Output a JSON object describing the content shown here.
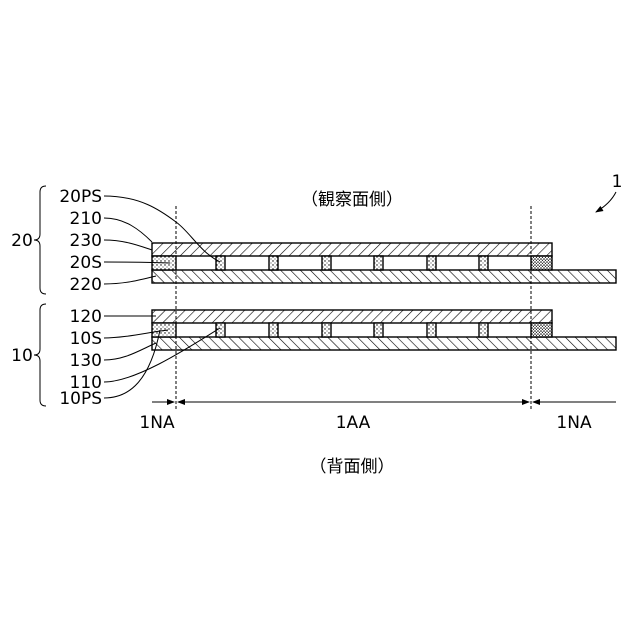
{
  "figure_ref": "1",
  "captions": {
    "top": "（観察面側）",
    "bottom": "（背面側）"
  },
  "groups": {
    "upper": "20",
    "lower": "10"
  },
  "upper_labels": [
    "20PS",
    "210",
    "230",
    "20S",
    "220"
  ],
  "lower_labels": [
    "120",
    "10S",
    "130",
    "110",
    "10PS"
  ],
  "regions": {
    "left": "1NA",
    "center": "1AA",
    "right": "1NA"
  }
}
